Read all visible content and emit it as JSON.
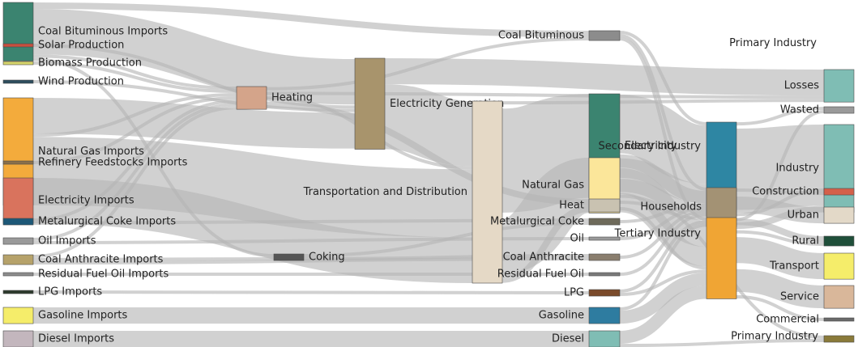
{
  "chart_data": {
    "type": "sankey",
    "nodes": [
      {
        "id": "coal_bit_imp",
        "label": "Coal Bituminous Imports",
        "color": "#3b8470"
      },
      {
        "id": "solar",
        "label": "Solar Production",
        "color": "#c8503f"
      },
      {
        "id": "biomass",
        "label": "Biomass Production",
        "color": "#d5d46b"
      },
      {
        "id": "wind",
        "label": "Wind Production",
        "color": "#2d4d5e"
      },
      {
        "id": "ng_imp",
        "label": "Natural Gas Imports",
        "color": "#f3ab3c"
      },
      {
        "id": "refinery",
        "label": "Refinery Feedstocks Imports",
        "color": "#8a6f4a"
      },
      {
        "id": "elec_imp",
        "label": "Electricity Imports",
        "color": "#d9735d"
      },
      {
        "id": "met_coke_imp",
        "label": "Metalurgical Coke Imports",
        "color": "#1d5877"
      },
      {
        "id": "oil_imp",
        "label": "Oil Imports",
        "color": "#9a9a9a"
      },
      {
        "id": "coal_anth_imp",
        "label": "Coal Anthracite Imports",
        "color": "#b6a26a"
      },
      {
        "id": "rfo_imp",
        "label": "Residual Fuel Oil Imports",
        "color": "#8c8c8c"
      },
      {
        "id": "lpg_imp",
        "label": "LPG Imports",
        "color": "#2d3a2d"
      },
      {
        "id": "gasoline_imp",
        "label": "Gasoline Imports",
        "color": "#f5ed6a"
      },
      {
        "id": "diesel_imp",
        "label": "Diesel Imports",
        "color": "#c3b6bd"
      },
      {
        "id": "heating",
        "label": "Heating",
        "color": "#d4a48a"
      },
      {
        "id": "coking",
        "label": "Coking",
        "color": "#555555"
      },
      {
        "id": "elec_gen",
        "label": "Electricity Generation",
        "color": "#a8946c"
      },
      {
        "id": "tnd",
        "label": "Transportation and Distribution",
        "color": "#e5d9c6"
      },
      {
        "id": "coal_bit",
        "label": "Coal Bituminous",
        "color": "#8c8c8c"
      },
      {
        "id": "electricity",
        "label": "Electricity",
        "color": "#3b8470"
      },
      {
        "id": "natural_gas",
        "label": "Natural Gas",
        "color": "#fbe69a"
      },
      {
        "id": "heat",
        "label": "Heat",
        "color": "#c9c2b1"
      },
      {
        "id": "met_coke",
        "label": "Metalurgical Coke",
        "color": "#6e6a5a"
      },
      {
        "id": "oil",
        "label": "Oil",
        "color": "#9a9a9a"
      },
      {
        "id": "coal_anth",
        "label": "Coal Anthracite",
        "color": "#8a7e6e"
      },
      {
        "id": "rfo",
        "label": "Residual Fuel Oil",
        "color": "#7a7a7a"
      },
      {
        "id": "lpg",
        "label": "LPG",
        "color": "#7a4a2a"
      },
      {
        "id": "gasoline",
        "label": "Gasoline",
        "color": "#2e7ca0"
      },
      {
        "id": "diesel",
        "label": "Diesel",
        "color": "#7fbdb4"
      },
      {
        "id": "primary_top",
        "label": "Primary Industry",
        "color": "#ffffff"
      },
      {
        "id": "secondary",
        "label": "Secondary Industry",
        "color": "#2e86a3"
      },
      {
        "id": "households",
        "label": "Households",
        "color": "#a39274"
      },
      {
        "id": "tertiary",
        "label": "Tertiary Industry",
        "color": "#f0a534"
      },
      {
        "id": "primary_bottom",
        "label": "Primary Industry",
        "color": "#8a7a3a"
      },
      {
        "id": "losses",
        "label": "Losses",
        "color": "#7fbdb4"
      },
      {
        "id": "wasted",
        "label": "Wasted",
        "color": "#9a9a9a"
      },
      {
        "id": "industry",
        "label": "Industry",
        "color": "#7fbdb4"
      },
      {
        "id": "construction",
        "label": "Construction",
        "color": "#d4604a"
      },
      {
        "id": "urban",
        "label": "Urban",
        "color": "#e3d9c8"
      },
      {
        "id": "rural",
        "label": "Rural",
        "color": "#1f4f3a"
      },
      {
        "id": "transport",
        "label": "Transport",
        "color": "#f5ed6a"
      },
      {
        "id": "service",
        "label": "Service",
        "color": "#d9b79a"
      },
      {
        "id": "commercial",
        "label": "Commercial",
        "color": "#6a6a6a"
      }
    ],
    "links": [
      {
        "source": "coal_bit_imp",
        "target": "elec_gen",
        "value": 14
      },
      {
        "source": "coal_bit_imp",
        "target": "coal_bit",
        "value": 2
      },
      {
        "source": "coal_bit_imp",
        "target": "heating",
        "value": 1
      },
      {
        "source": "coal_bit_imp",
        "target": "coking",
        "value": 1
      },
      {
        "source": "solar",
        "target": "elec_gen",
        "value": 1
      },
      {
        "source": "biomass",
        "target": "heating",
        "value": 1
      },
      {
        "source": "wind",
        "target": "elec_gen",
        "value": 1
      },
      {
        "source": "ng_imp",
        "target": "elec_gen",
        "value": 11
      },
      {
        "source": "ng_imp",
        "target": "tnd",
        "value": 21
      },
      {
        "source": "ng_imp",
        "target": "heating",
        "value": 1
      },
      {
        "source": "refinery",
        "target": "heating",
        "value": 1
      },
      {
        "source": "elec_imp",
        "target": "tnd",
        "value": 14
      },
      {
        "source": "met_coke_imp",
        "target": "met_coke",
        "value": 1
      },
      {
        "source": "met_coke_imp",
        "target": "heating",
        "value": 1
      },
      {
        "source": "oil_imp",
        "target": "oil",
        "value": 1
      },
      {
        "source": "oil_imp",
        "target": "heating",
        "value": 1
      },
      {
        "source": "coal_anth_imp",
        "target": "coking",
        "value": 1
      },
      {
        "source": "coal_anth_imp",
        "target": "coal_anth",
        "value": 1
      },
      {
        "source": "coal_anth_imp",
        "target": "heating",
        "value": 1
      },
      {
        "source": "rfo_imp",
        "target": "rfo",
        "value": 1
      },
      {
        "source": "lpg_imp",
        "target": "lpg",
        "value": 1
      },
      {
        "source": "gasoline_imp",
        "target": "gasoline",
        "value": 5
      },
      {
        "source": "diesel_imp",
        "target": "diesel",
        "value": 5
      },
      {
        "source": "heating",
        "target": "heat",
        "value": 2
      },
      {
        "source": "heating",
        "target": "tnd",
        "value": 1
      },
      {
        "source": "heating",
        "target": "losses",
        "value": 1
      },
      {
        "source": "heating",
        "target": "coal_bit",
        "value": 1
      },
      {
        "source": "coking",
        "target": "met_coke",
        "value": 1
      },
      {
        "source": "coking",
        "target": "coal_anth",
        "value": 1
      },
      {
        "source": "elec_gen",
        "target": "tnd",
        "value": 20
      },
      {
        "source": "elec_gen",
        "target": "losses",
        "value": 8
      },
      {
        "source": "tnd",
        "target": "electricity",
        "value": 32
      },
      {
        "source": "tnd",
        "target": "natural_gas",
        "value": 17
      },
      {
        "source": "tnd",
        "target": "heat",
        "value": 2
      },
      {
        "source": "tnd",
        "target": "losses",
        "value": 1
      },
      {
        "source": "coal_bit",
        "target": "secondary",
        "value": 1
      },
      {
        "source": "coal_bit",
        "target": "tertiary",
        "value": 1
      },
      {
        "source": "coal_bit",
        "target": "households",
        "value": 1
      },
      {
        "source": "electricity",
        "target": "secondary",
        "value": 18
      },
      {
        "source": "electricity",
        "target": "tertiary",
        "value": 8
      },
      {
        "source": "electricity",
        "target": "households",
        "value": 4
      },
      {
        "source": "electricity",
        "target": "primary_bottom",
        "value": 1
      },
      {
        "source": "natural_gas",
        "target": "secondary",
        "value": 6
      },
      {
        "source": "natural_gas",
        "target": "households",
        "value": 4
      },
      {
        "source": "natural_gas",
        "target": "tertiary",
        "value": 6
      },
      {
        "source": "heat",
        "target": "households",
        "value": 1
      },
      {
        "source": "heat",
        "target": "tertiary",
        "value": 1
      },
      {
        "source": "met_coke",
        "target": "secondary",
        "value": 1
      },
      {
        "source": "oil",
        "target": "secondary",
        "value": 1
      },
      {
        "source": "coal_anth",
        "target": "secondary",
        "value": 1
      },
      {
        "source": "rfo",
        "target": "secondary",
        "value": 1
      },
      {
        "source": "lpg",
        "target": "households",
        "value": 1
      },
      {
        "source": "lpg",
        "target": "tertiary",
        "value": 1
      },
      {
        "source": "gasoline",
        "target": "tertiary",
        "value": 4
      },
      {
        "source": "gasoline",
        "target": "households",
        "value": 1
      },
      {
        "source": "diesel",
        "target": "tertiary",
        "value": 4
      },
      {
        "source": "diesel",
        "target": "primary_bottom",
        "value": 1
      },
      {
        "source": "secondary",
        "target": "industry",
        "value": 25
      },
      {
        "source": "secondary",
        "target": "wasted",
        "value": 1
      },
      {
        "source": "secondary",
        "target": "construction",
        "value": 1
      },
      {
        "source": "households",
        "target": "urban",
        "value": 5
      },
      {
        "source": "households",
        "target": "rural",
        "value": 2
      },
      {
        "source": "households",
        "target": "construction",
        "value": 1
      },
      {
        "source": "tertiary",
        "target": "transport",
        "value": 8
      },
      {
        "source": "tertiary",
        "target": "service",
        "value": 7
      },
      {
        "source": "tertiary",
        "target": "commercial",
        "value": 1
      },
      {
        "source": "tertiary",
        "target": "industry",
        "value": 2
      },
      {
        "source": "tertiary",
        "target": "rural",
        "value": 1
      },
      {
        "source": "tertiary",
        "target": "wasted",
        "value": 1
      }
    ]
  }
}
